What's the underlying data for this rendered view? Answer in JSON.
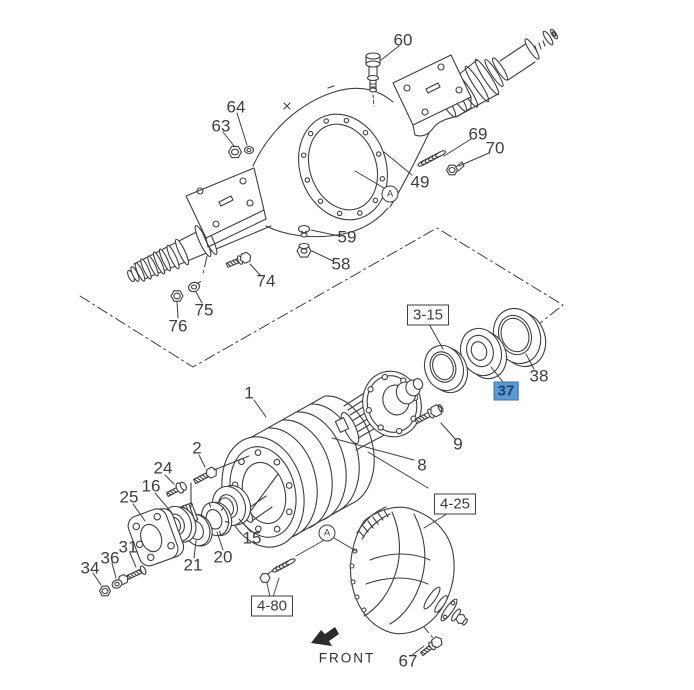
{
  "diagram": {
    "type": "exploded-parts-diagram",
    "subject": "rear-axle-assembly",
    "front_label": "FRONT",
    "view_marker": "A",
    "selected_part": "37",
    "colors": {
      "line": "#3d3d3d",
      "background": "#ffffff",
      "highlight_bg": "#5b9bd5",
      "highlight_text": "#1d4468"
    }
  },
  "labels": {
    "p60": "60",
    "p64": "64",
    "p63": "63",
    "p69": "69",
    "p70": "70",
    "p49": "49",
    "p59": "59",
    "p58": "58",
    "p74": "74",
    "p75": "75",
    "p76": "76",
    "g315": "3-15",
    "p38": "38",
    "p37": "37",
    "p1": "1",
    "p2": "2",
    "p24": "24",
    "p16": "16",
    "p25": "25",
    "p31": "31",
    "p36": "36",
    "p34": "34",
    "p21": "21",
    "p20": "20",
    "p15": "15",
    "p9": "9",
    "p8": "8",
    "g425": "4-25",
    "g480": "4-80",
    "p67": "67"
  }
}
